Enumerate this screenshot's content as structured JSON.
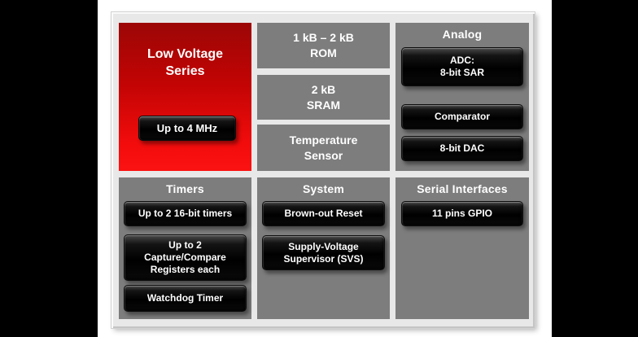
{
  "diagram": {
    "low_voltage": {
      "title": "Low Voltage\nSeries",
      "badge": "Up to 4 MHz"
    },
    "memory": [
      {
        "label": "1 kB – 2 kB\nROM"
      },
      {
        "label": "2 kB\nSRAM"
      },
      {
        "label": "Temperature\nSensor"
      }
    ],
    "analog": {
      "title": "Analog",
      "buttons": [
        "ADC:\n8-bit SAR",
        "Comparator",
        "8-bit DAC"
      ]
    },
    "timers": {
      "title": "Timers",
      "buttons": [
        "Up to 2 16-bit timers",
        "Up to 2\nCapture/Compare\nRegisters each",
        "Watchdog Timer"
      ]
    },
    "system": {
      "title": "System",
      "buttons": [
        "Brown-out Reset",
        "Supply-Voltage\nSupervisor (SVS)"
      ]
    },
    "serial_interfaces": {
      "title": "Serial Interfaces",
      "buttons": [
        "11 pins GPIO"
      ]
    }
  },
  "colors": {
    "side_bars": "#000000",
    "frame_gray": "#e8e8e8",
    "panel_gray": "#7d7d7d",
    "red_gradient_top": "#9c0606",
    "red_gradient_bottom": "#fb1212",
    "button_black": "#050505",
    "text": "#ffffff"
  }
}
